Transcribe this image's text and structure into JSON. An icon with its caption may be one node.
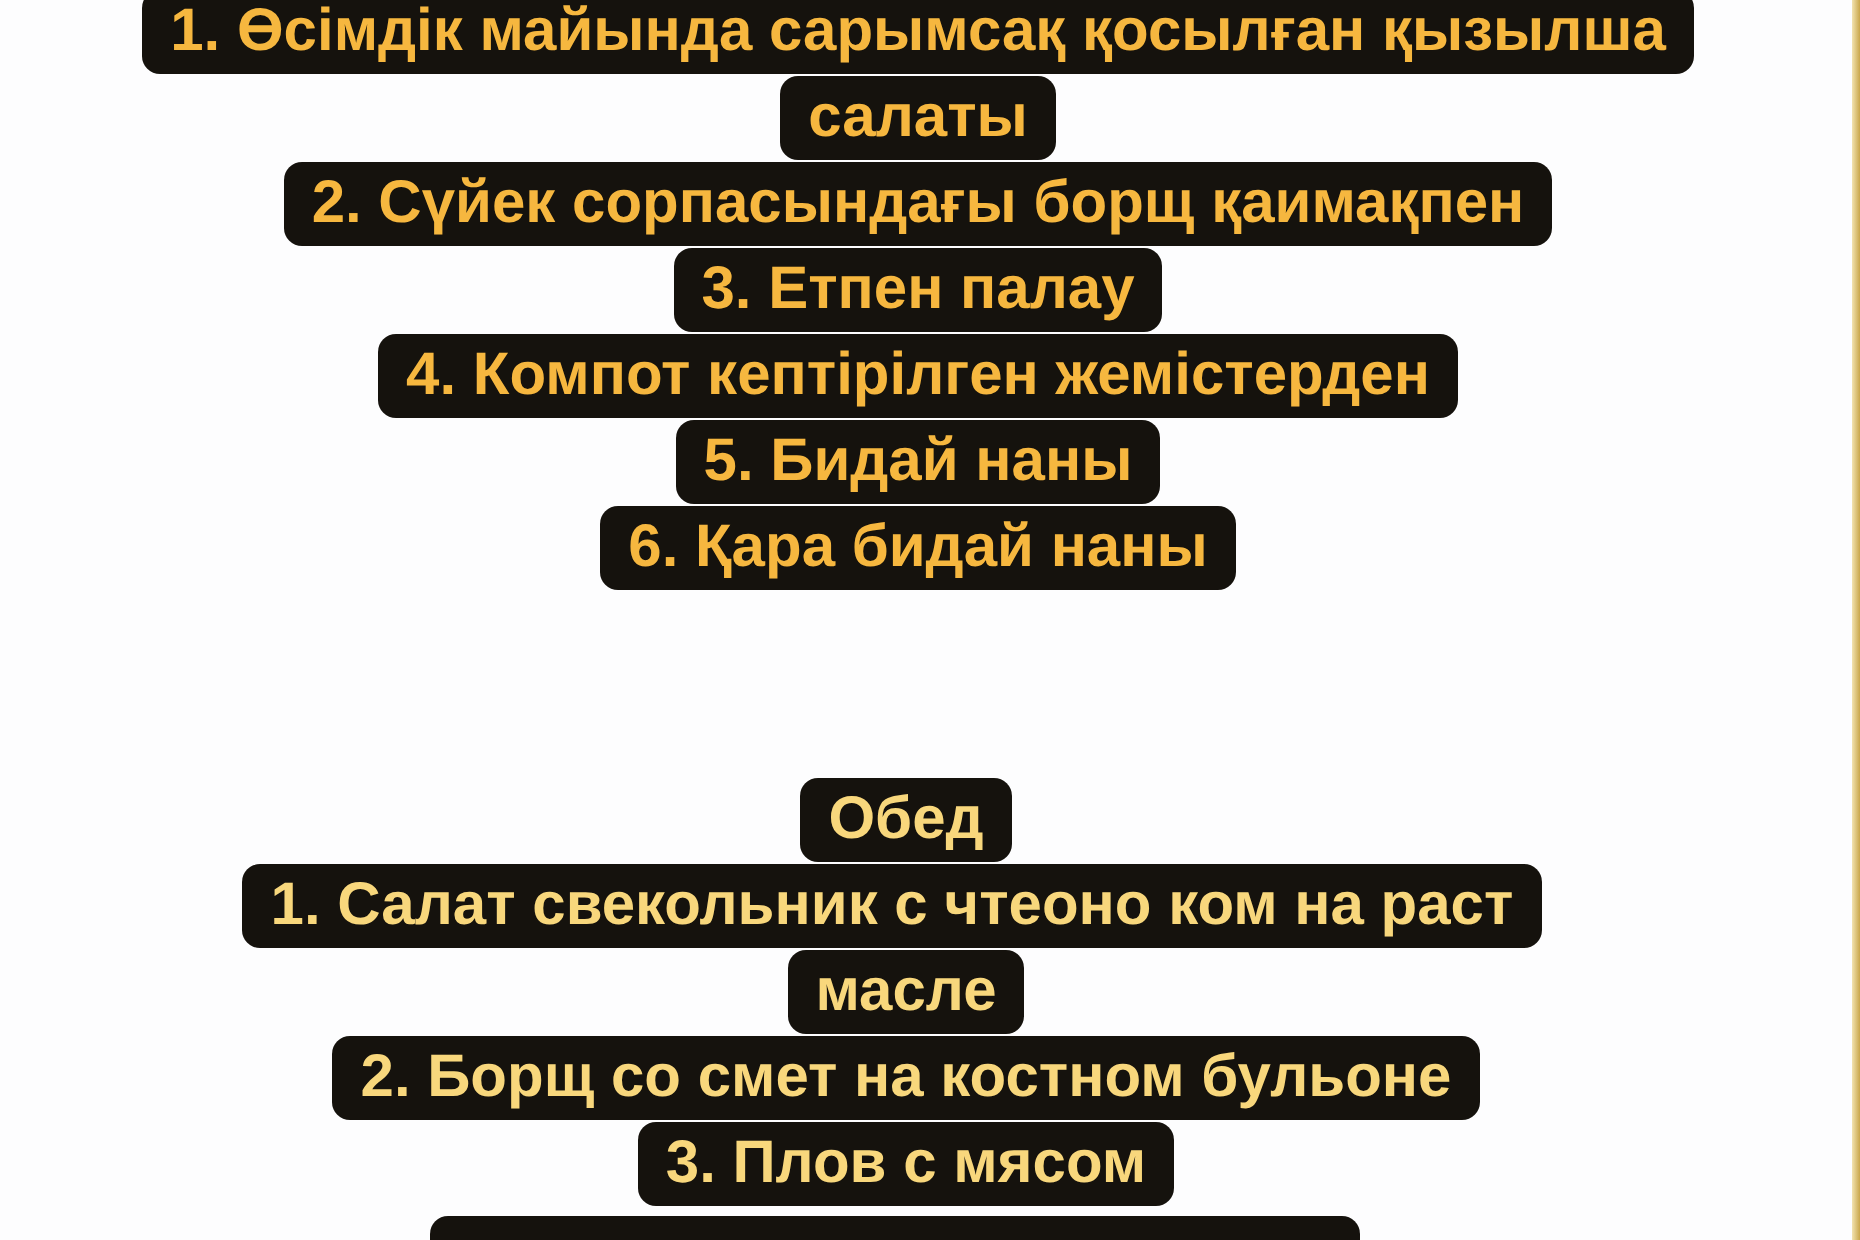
{
  "diagram": {
    "labels": [
      "1. Өсімдік майында сарымсақ қосылған қызылша салаты",
      "2. Сүйек сорпасындағы борщ қаимақпен",
      "3. Етпен палау",
      "4. Компот кептірілген жемістерден",
      "5. Бидай наны",
      "6. Қара бидай наны",
      "Обед",
      "1. Салат свекольник с чтеоно ком на раст масле",
      "2. Борщ со смет на костном бульоне",
      "3. Плов с мясом"
    ]
  }
}
